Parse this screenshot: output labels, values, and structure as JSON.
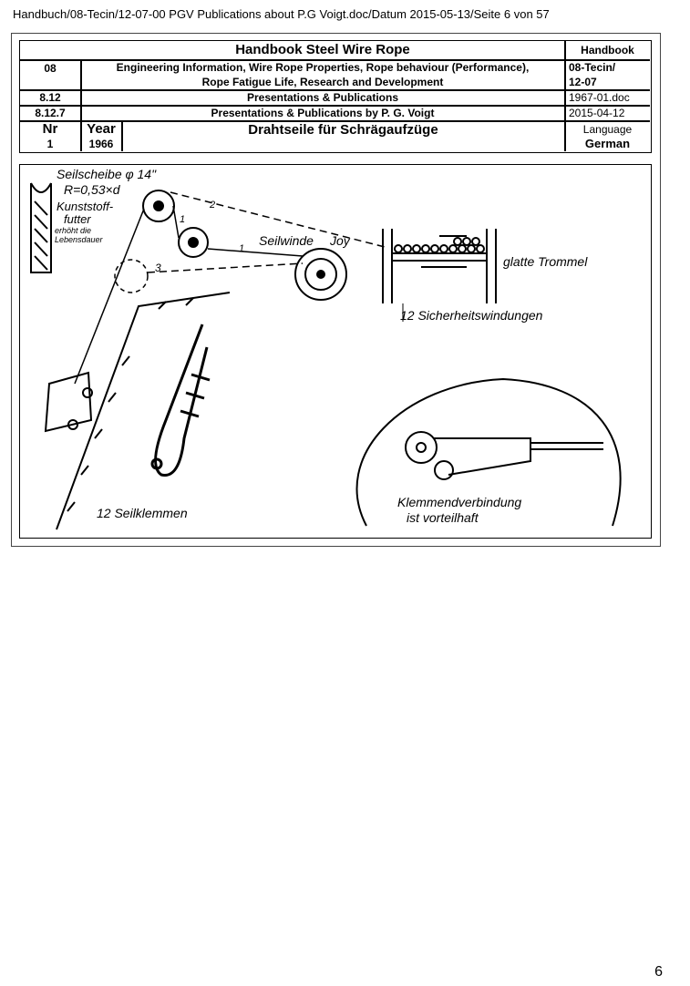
{
  "top_header": "Handbuch/08-Tecin/12-07-00 PGV Publications about P.G Voigt.doc/Datum 2015-05-13/Seite 6 von 57",
  "table": {
    "row1": {
      "title": "Handbook Steel Wire Rope",
      "right": "Handbook"
    },
    "row2": {
      "code": "08",
      "desc_line1": "Engineering Information, Wire Rope Properties, Rope behaviour (Performance),",
      "desc_line2": "Rope Fatigue Life, Research and Development",
      "right_line1": "08-Tecin/",
      "right_line2": "12-07"
    },
    "row3": {
      "code": "8.12",
      "desc": "Presentations & Publications",
      "right": "1967-01.doc"
    },
    "row4": {
      "code": "8.12.7",
      "desc": "Presentations & Publications by  P. G. Voigt",
      "right": "2015-04-12"
    },
    "row5": {
      "nr_label": "Nr",
      "nr_value": "1",
      "year_label": "Year",
      "year_value": "1966",
      "title": "Drahtseile für Schrägaufzüge",
      "lang_label": "Language",
      "lang_value": "German"
    }
  },
  "figure_labels": {
    "seilscheibe": "Seilscheibe φ 14\"",
    "radius": "R=0,53×d",
    "kunststoff1": "Kunststoff-",
    "kunststoff2": "futter",
    "erhoeht1": "erhöht die",
    "erhoeht2": "Lebensdauer",
    "n1a": "1",
    "n1b": "1",
    "n2": "2",
    "n3": "3",
    "seilwinde": "Seilwinde",
    "joy": "Joy",
    "glatte": "glatte  Trommel",
    "sicherheit": "12  Sicherheitswindungen",
    "seilklemmen": "12  Seilklemmen",
    "klemm1": "Klemmendverbindung",
    "klemm2": "ist   vorteilhaft"
  },
  "page_number": "6"
}
